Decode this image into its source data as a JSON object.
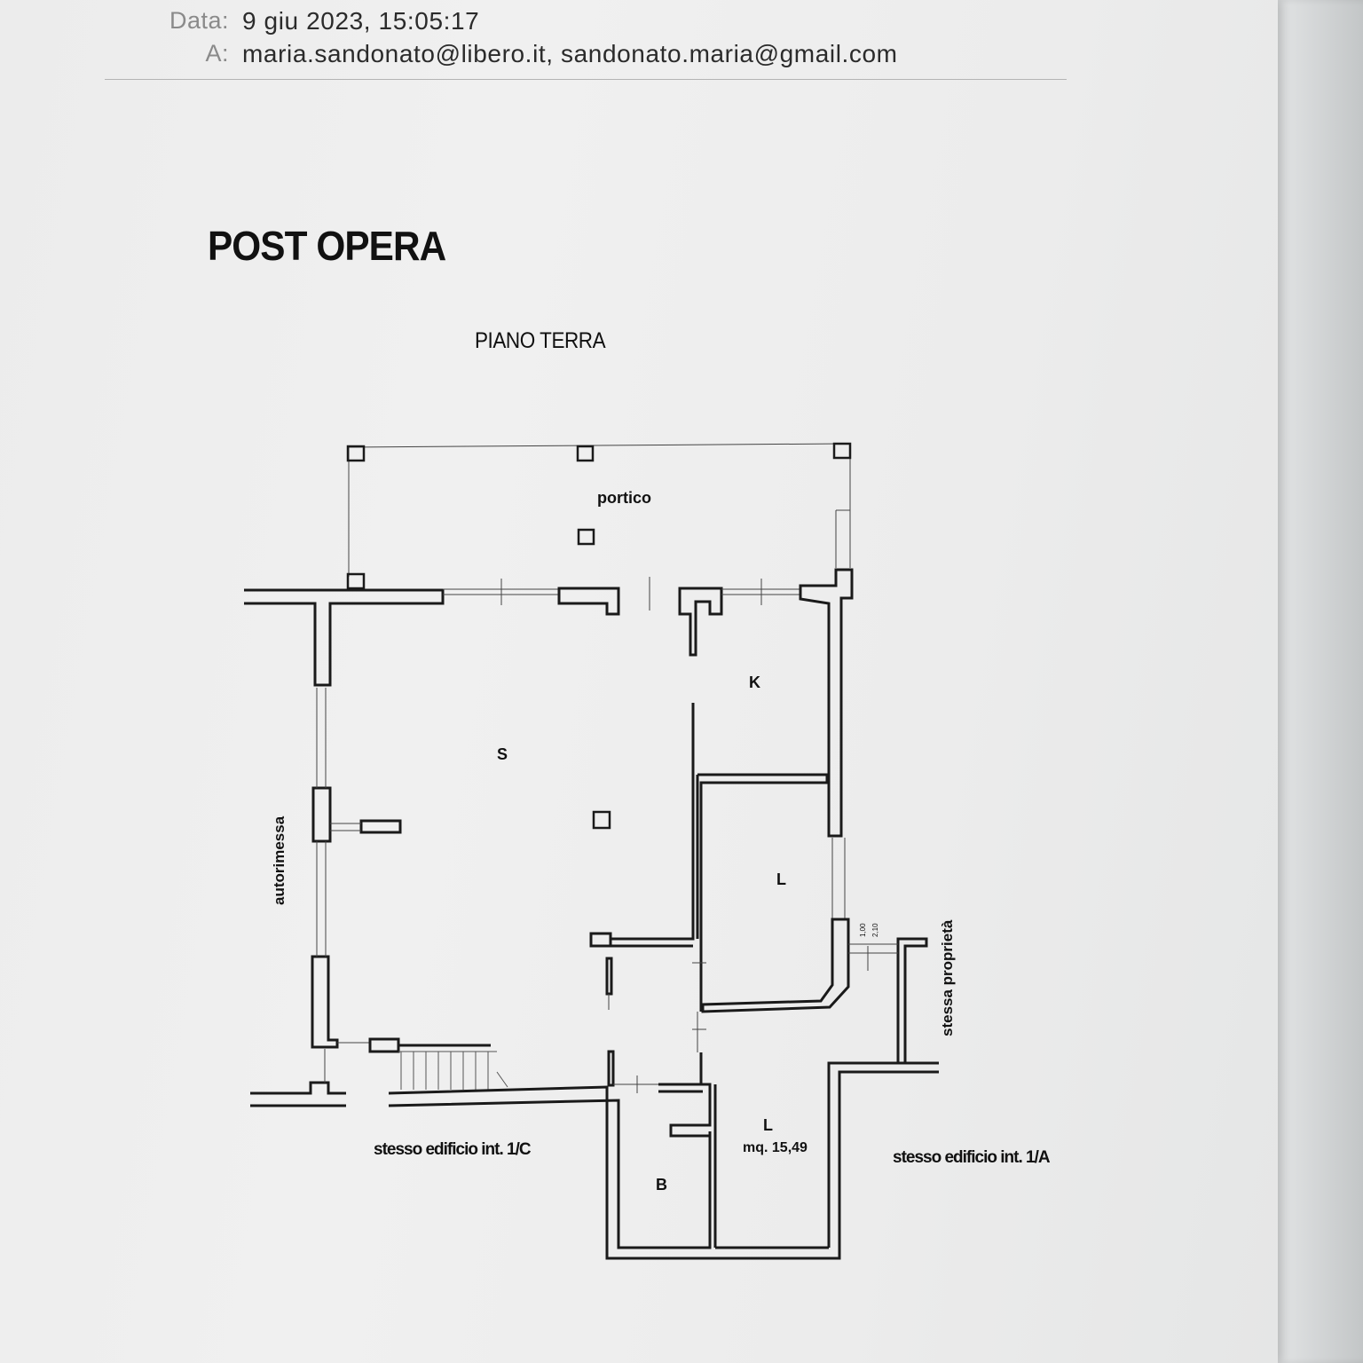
{
  "email_header": {
    "date_label": "Data:",
    "date_value": "9 giu 2023, 15:05:17",
    "to_label": "A:",
    "to_value": "maria.sandonato@libero.it, sandonato.maria@gmail.com"
  },
  "document": {
    "title": "POST OPERA",
    "floor": "PIANO TERRA"
  },
  "plan_labels": {
    "portico": "portico",
    "soggiorno": "S",
    "cucina": "K",
    "letto": "L",
    "letto2": "L",
    "letto2_area": "mq. 15,49",
    "bagno": "B",
    "autorimessa": "autorimessa",
    "stessa_proprieta": "stessa proprietà",
    "edificio_1c": "stesso edificio int. 1/C",
    "edificio_1a": "stesso edificio int. 1/A",
    "dim_a": "1,00",
    "dim_b": "2,10"
  }
}
